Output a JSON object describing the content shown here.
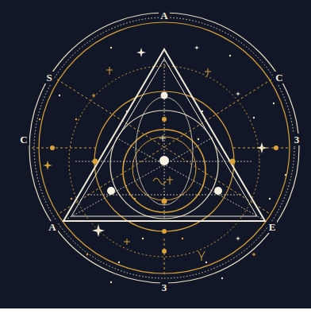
{
  "diagram": {
    "labels": [
      "A",
      "S",
      "C",
      "C",
      "3",
      "A",
      "E",
      "3"
    ]
  }
}
